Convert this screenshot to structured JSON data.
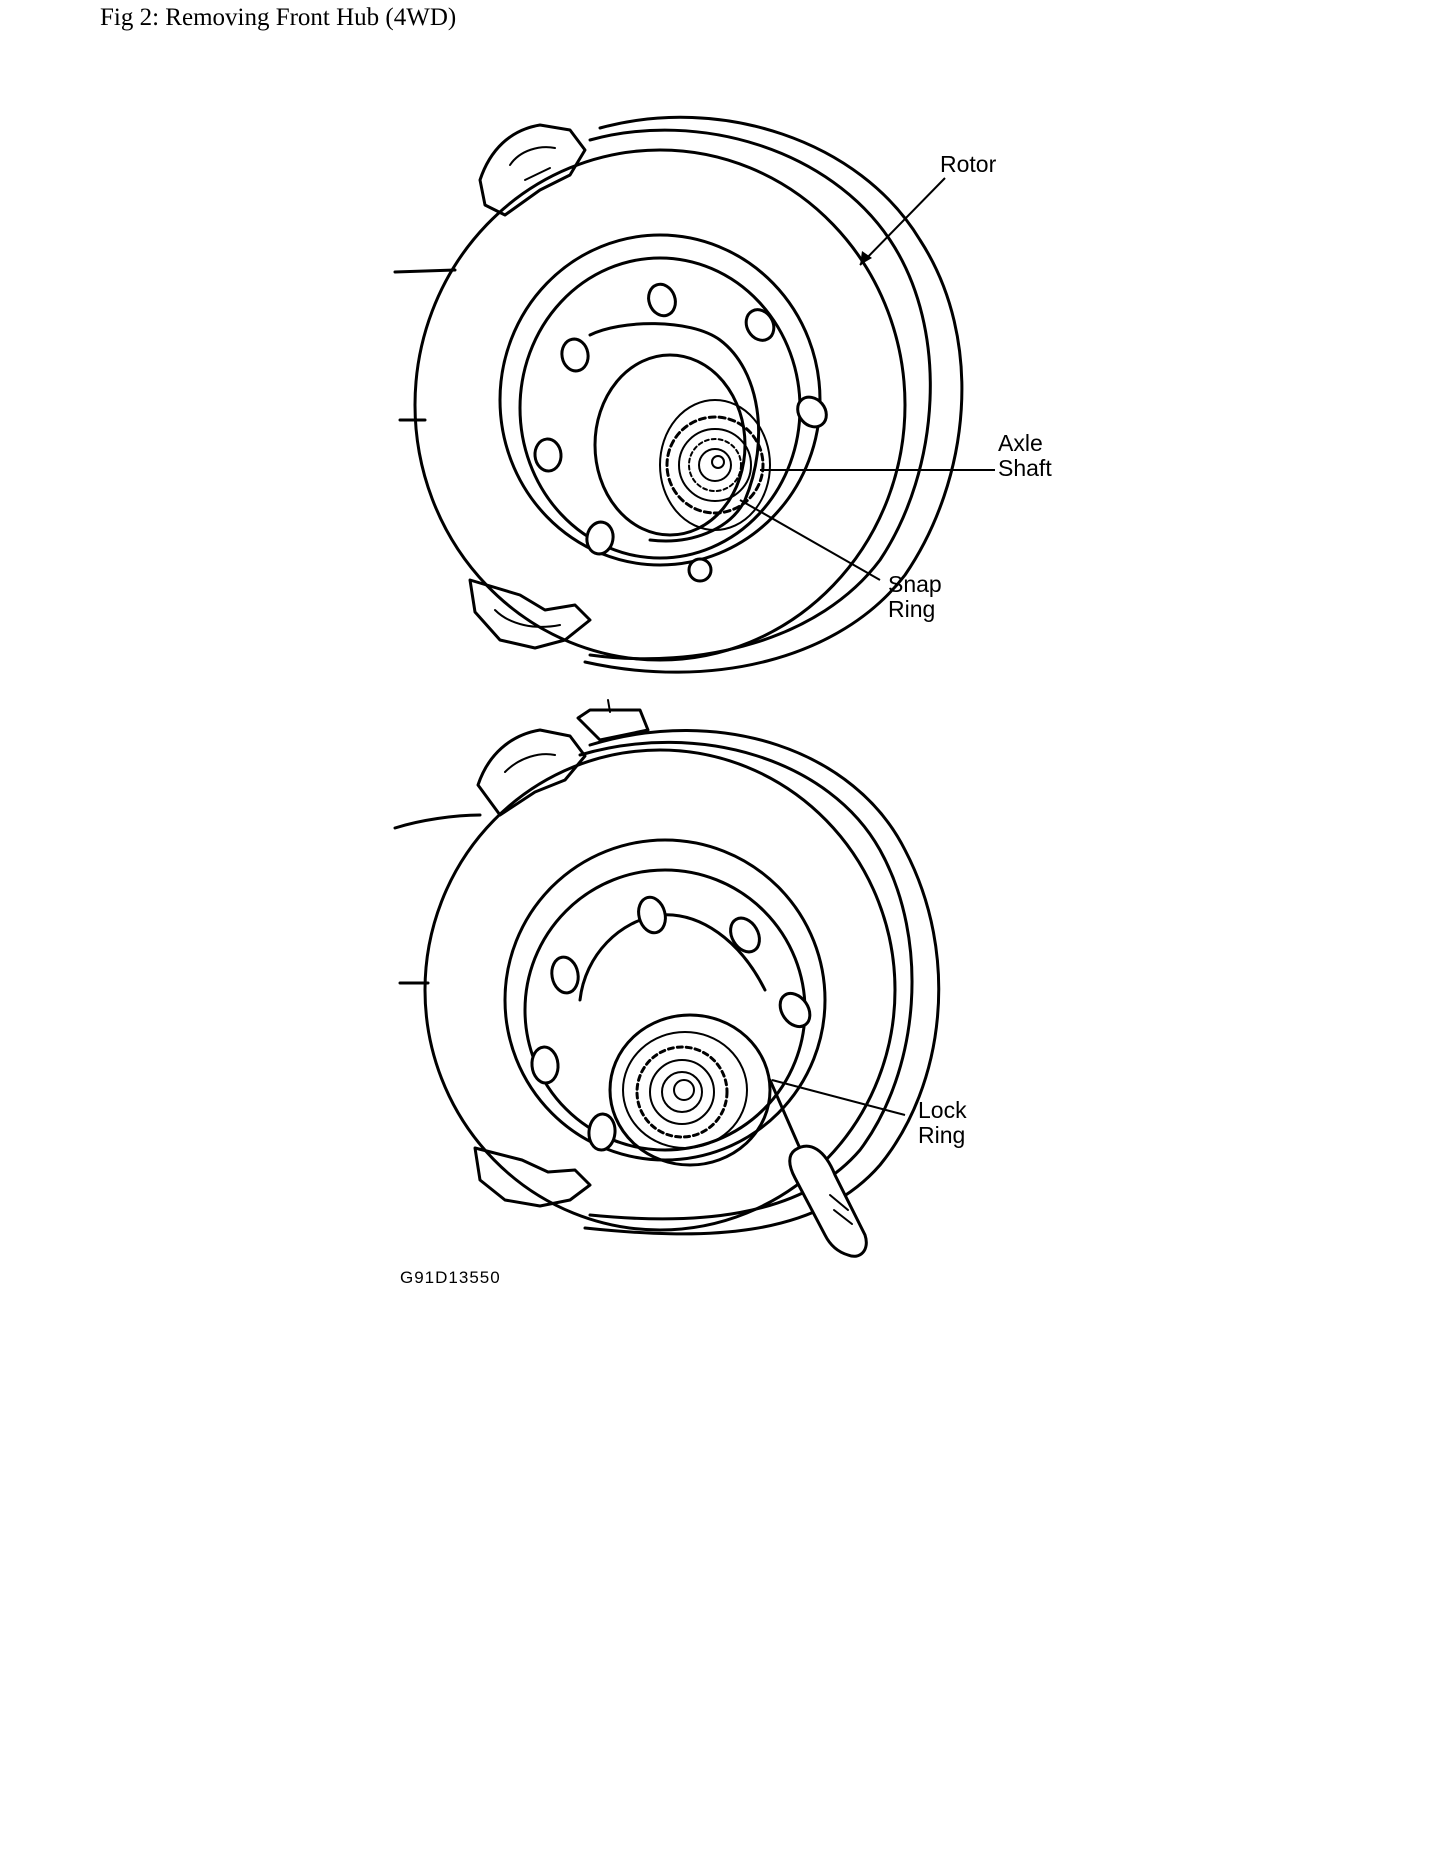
{
  "caption": "Fig 2: Removing Front Hub (4WD)",
  "labels": {
    "rotor": "Rotor",
    "axle_line1": "Axle",
    "axle_line2": "Shaft",
    "snap_line1": "Snap",
    "snap_line2": "Ring",
    "lock_line1": "Lock",
    "lock_line2": "Ring"
  },
  "figure_code": "G91D13550"
}
